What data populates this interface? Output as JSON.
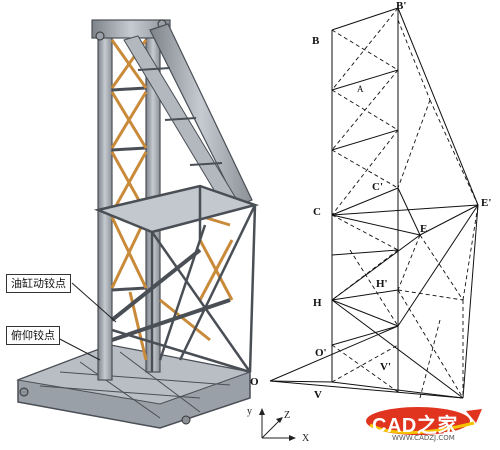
{
  "callouts": {
    "cylinder_pivot": "油缸动铰点",
    "pitch_pivot": "俯仰铰点"
  },
  "points": {
    "B": "B",
    "B_prime": "B'",
    "C": "C",
    "C_prime": "C'",
    "E": "E",
    "E_prime": "E'",
    "H": "H",
    "H_prime": "H'",
    "O": "O",
    "O_prime": "O'",
    "V": "V",
    "V_prime": "V'"
  },
  "axes": {
    "y": "y",
    "z": "Z",
    "x": "X"
  },
  "logo": {
    "text": "CAD之家",
    "url": "WWW.CADZJ.COM"
  },
  "colors": {
    "frame_fill": "#a9afb6",
    "frame_stroke": "#4a4f56",
    "brace": "#c98a3a",
    "wire": "#111111",
    "logo_bg": "#e0341f",
    "logo_yellow": "#f5c400"
  }
}
